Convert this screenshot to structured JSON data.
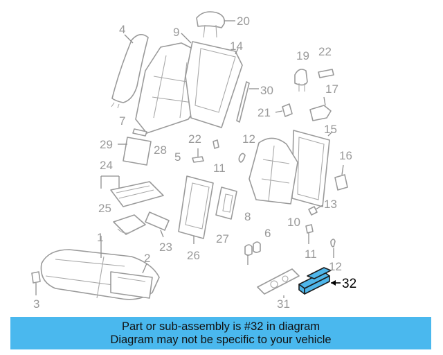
{
  "diagram": {
    "callouts": [
      "1",
      "2",
      "3",
      "4",
      "5",
      "6",
      "7",
      "8",
      "9",
      "10",
      "11",
      "11",
      "12",
      "12",
      "13",
      "14",
      "15",
      "16",
      "17",
      "19",
      "20",
      "21",
      "22",
      "22",
      "23",
      "24",
      "25",
      "26",
      "27",
      "28",
      "29",
      "30",
      "31"
    ],
    "highlighted_callout": "32",
    "highlight_color": "#4fb6ea"
  },
  "banner": {
    "line1": "Part or sub-assembly is #32 in diagram",
    "line2": "Diagram may not be specific to your vehicle",
    "background": "#4ab8ee"
  }
}
